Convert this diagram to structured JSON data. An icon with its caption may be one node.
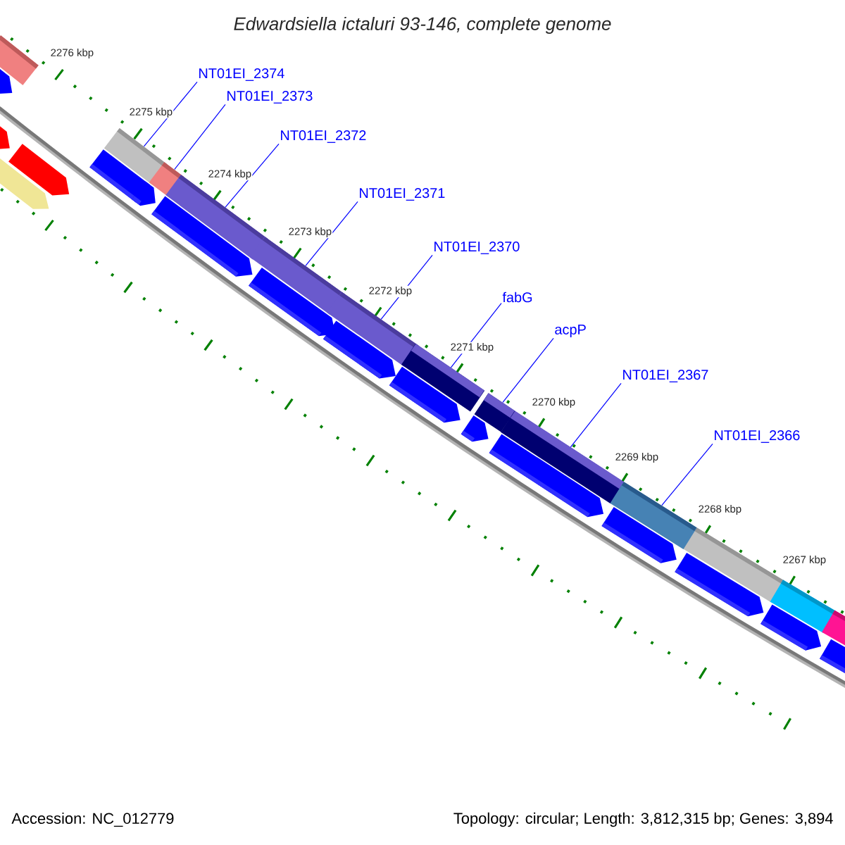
{
  "diagram": {
    "title": "Edwardsiella ictaluri 93-146, complete genome",
    "nodes": [
      {
        "text": [
          "NT01EI_2374"
        ]
      },
      {
        "text": [
          "NT01EI_2373"
        ]
      },
      {
        "text": [
          "NT01EI_2372"
        ]
      },
      {
        "text": [
          "NT01EI_2371"
        ]
      },
      {
        "text": [
          "NT01EI_2370"
        ]
      },
      {
        "text": [
          "fabG"
        ]
      },
      {
        "text": [
          "acpP"
        ]
      },
      {
        "text": [
          "NT01EI_2367"
        ]
      },
      {
        "text": [
          "NT01EI_2366"
        ]
      },
      {
        "text": [],
        "shape": "bar"
      },
      {
        "text": [],
        "shape": "bar"
      },
      {
        "text": [],
        "shape": "bar"
      },
      {
        "text": [],
        "shape": "bar"
      },
      {
        "text": [],
        "shape": "bar"
      },
      {
        "text": [],
        "shape": "bar"
      },
      {
        "text": [],
        "shape": "bar"
      },
      {
        "text": [],
        "shape": "bar"
      },
      {
        "text": [],
        "shape": "bar"
      }
    ],
    "edges": [
      {
        "from": 0,
        "to": 9,
        "arrow": "none"
      },
      {
        "from": 1,
        "to": 10,
        "arrow": "none"
      },
      {
        "from": 2,
        "to": 11,
        "arrow": "none"
      },
      {
        "from": 3,
        "to": 12,
        "arrow": "none"
      },
      {
        "from": 4,
        "to": 13,
        "arrow": "none"
      },
      {
        "from": 5,
        "to": 14,
        "arrow": "none"
      },
      {
        "from": 6,
        "to": 15,
        "arrow": "none"
      },
      {
        "from": 7,
        "to": 16,
        "arrow": "none"
      },
      {
        "from": 8,
        "to": 17,
        "arrow": "none"
      }
    ],
    "labels": [
      "2276 kbp",
      "2275 kbp",
      "2274 kbp",
      "2273 kbp",
      "2272 kbp",
      "2271 kbp",
      "2270 kbp",
      "2269 kbp",
      "2268 kbp",
      "2267 kbp",
      "Accession: NC_012779",
      "Topology: circular; Length: 3,812,315 bp; Genes: 3,894"
    ]
  }
}
